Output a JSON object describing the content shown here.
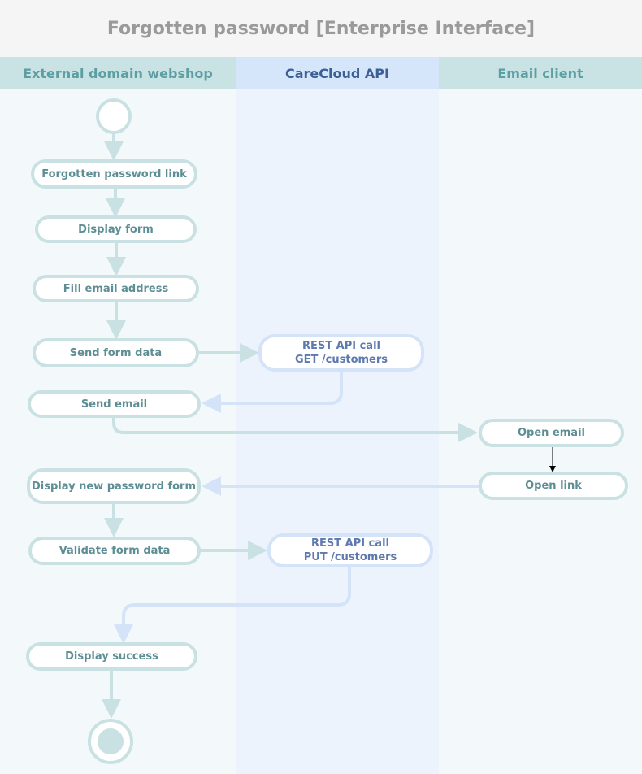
{
  "diagram": {
    "title": "Forgotten password [Enterprise Interface]",
    "lanes": [
      {
        "label": "External domain webshop"
      },
      {
        "label": "CareCloud API"
      },
      {
        "label": "Email client"
      }
    ],
    "nodes": {
      "forgotten_password_link": {
        "text": "Forgotten password link"
      },
      "display_form": {
        "text": "Display form"
      },
      "fill_email": {
        "text": "Fill email address"
      },
      "send_form_data": {
        "text": "Send form data"
      },
      "rest_get": {
        "line1": "REST API call",
        "line2": "GET /customers"
      },
      "send_email": {
        "text": "Send email"
      },
      "open_email": {
        "text": "Open email"
      },
      "open_link": {
        "text": "Open link"
      },
      "display_new_password_form": {
        "text": "Display new password form"
      },
      "validate_form_data": {
        "text": "Validate form data"
      },
      "rest_put": {
        "line1": "REST API call",
        "line2": "PUT /customers"
      },
      "display_success": {
        "text": "Display success"
      }
    },
    "colors": {
      "title_bg": "#f5f5f5",
      "lane_teal_header": "#c9e2e4",
      "lane_blue_header": "#d5e6fa",
      "teal_stroke": "#c9e1e3",
      "blue_stroke": "#d5e3f9",
      "teal_text": "#5d8e94",
      "blue_text": "#5d79ae"
    }
  }
}
